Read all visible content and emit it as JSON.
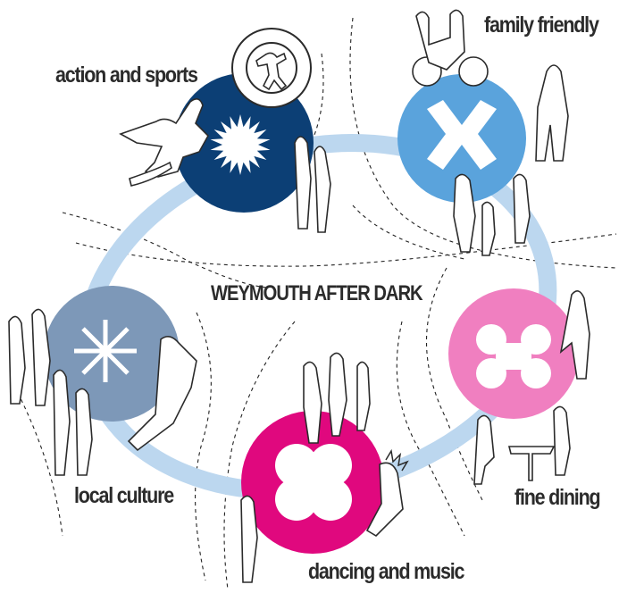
{
  "title": "WEYMOUTH AFTER DARK",
  "categories": [
    {
      "id": "action-and-sports",
      "label": "action and sports",
      "color": "#0c3f75",
      "symbol": "starburst"
    },
    {
      "id": "family-friendly",
      "label": "family friendly",
      "color": "#5aa3dc",
      "symbol": "cross"
    },
    {
      "id": "fine-dining",
      "label": "fine dining",
      "color": "#f07fc0",
      "symbol": "quatrefoil-dots"
    },
    {
      "id": "dancing-and-music",
      "label": "dancing and music",
      "color": "#e0087e",
      "symbol": "four-lobe"
    },
    {
      "id": "local-culture",
      "label": "local culture",
      "color": "#7d98b8",
      "symbol": "asterisk"
    }
  ],
  "ring_color": "#bcd7ef"
}
